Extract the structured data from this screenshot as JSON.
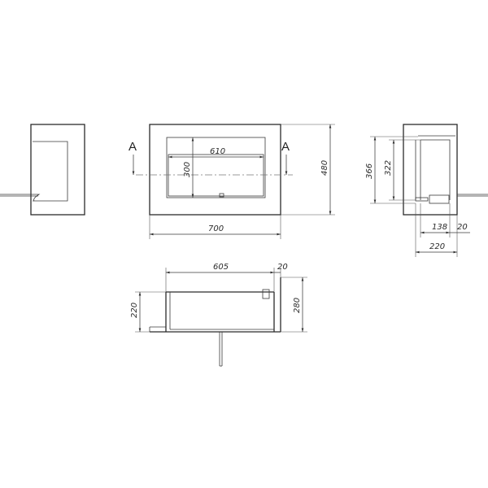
{
  "section_labels": {
    "left": "A",
    "right": "A"
  },
  "front_view": {
    "inner_width": "610",
    "inner_height": "300",
    "total_height": "480",
    "total_width": "700"
  },
  "side_view": {
    "total_height": "366",
    "inner_height": "322",
    "bottom_depth": "138",
    "bottom_offset": "20",
    "total_depth": "220"
  },
  "top_view": {
    "inner_width": "605",
    "offset": "20",
    "left_height": "220",
    "right_height": "280"
  },
  "colors": {
    "line": "#2b2b2b",
    "section_line": "#777777",
    "background": "#ffffff"
  }
}
